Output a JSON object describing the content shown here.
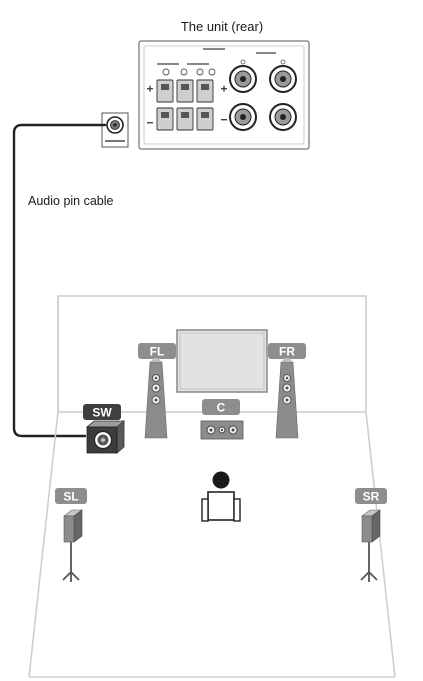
{
  "unit": {
    "title": "The unit (rear)"
  },
  "cable": {
    "label": "Audio pin cable"
  },
  "speakers": {
    "fl": "FL",
    "fr": "FR",
    "c": "C",
    "sw": "SW",
    "sl": "SL",
    "sr": "SR"
  },
  "colors": {
    "tag_dark": "#3f3f3f",
    "tag_grey": "#8e8e8e",
    "speaker_grey": "#8c8c8c",
    "tv_screen": "#e2e2e2",
    "room_line": "#cfcfcf"
  }
}
